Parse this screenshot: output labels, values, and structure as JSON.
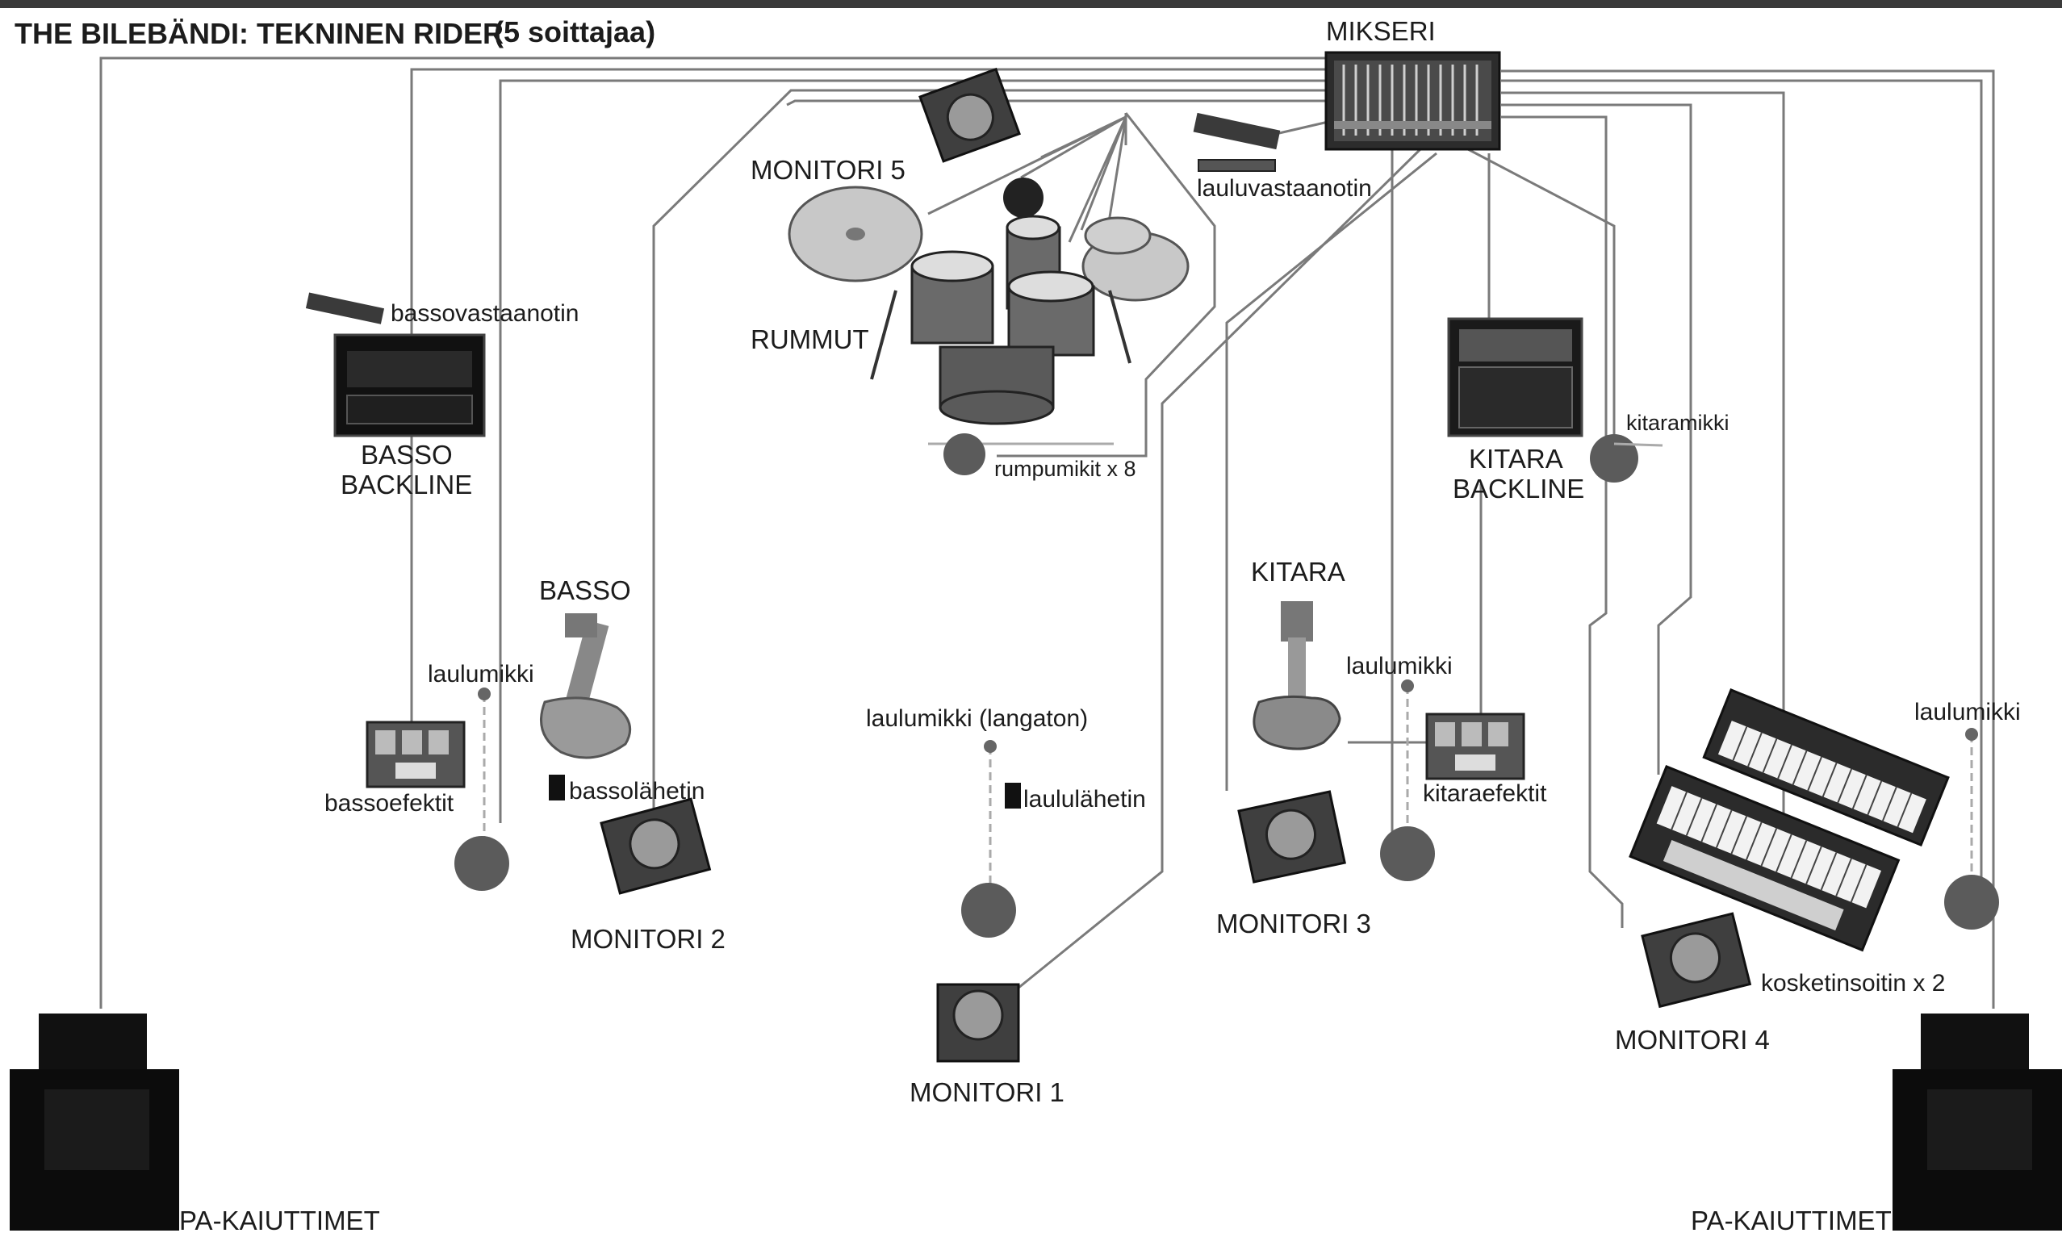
{
  "title": "THE BILEBÄNDI: TEKNINEN RIDER",
  "subtitle": "(5 soittajaa)",
  "labels": {
    "mikseri": "MIKSERI",
    "lauluvastaanotin": "lauluvastaanotin",
    "monitori5": "MONITORI 5",
    "rummut": "RUMMUT",
    "rumpumikit": "rumpumikit x 8",
    "bassovastaanotin": "bassovastaanotin",
    "basso_backline_1": "BASSO",
    "basso_backline_2": "BACKLINE",
    "kitara_backline_1": "KITARA",
    "kitara_backline_2": "BACKLINE",
    "kitaramikki": "kitaramikki",
    "basso": "BASSO",
    "kitara": "KITARA",
    "laulumikki_left": "laulumikki",
    "laulumikki_mid_right": "laulumikki",
    "laulumikki_right": "laulumikki",
    "laulumikki_langaton": "laulumikki (langaton)",
    "bassoefektit": "bassoefektit",
    "bassolahetin": "bassolähetin",
    "laululahetin": "laululähetin",
    "kitaraefektit": "kitaraefektit",
    "kosketinsoitin": "kosketinsoitin x 2",
    "monitori1": "MONITORI 1",
    "monitori2": "MONITORI 2",
    "monitori3": "MONITORI 3",
    "monitori4": "MONITORI 4",
    "pa_left": "PA-KAIUTTIMET",
    "pa_right": "PA-KAIUTTIMET"
  }
}
